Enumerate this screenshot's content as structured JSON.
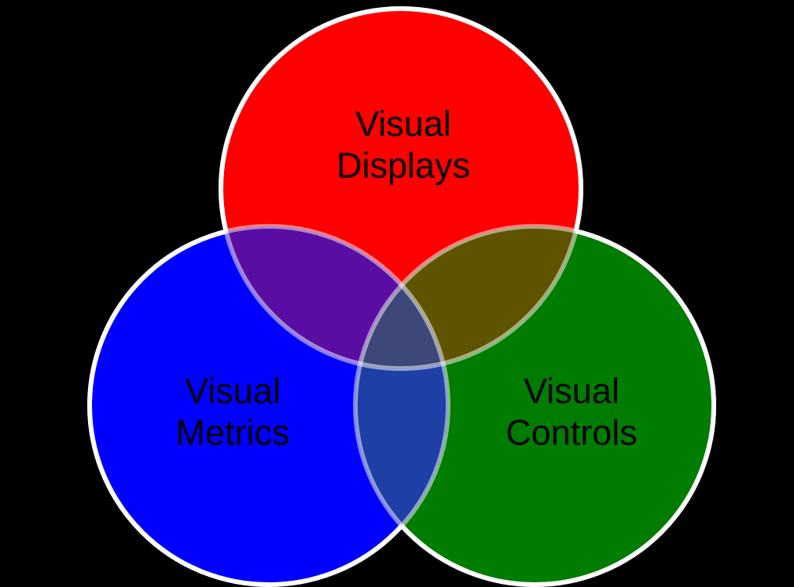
{
  "venn": {
    "labels": {
      "displays": {
        "line1": "Visual",
        "line2": "Displays"
      },
      "metrics": {
        "line1": "Visual",
        "line2": "Metrics"
      },
      "controls": {
        "line1": "Visual",
        "line2": "Controls"
      }
    },
    "colors": {
      "background": "#000000",
      "outline": "#ffffff",
      "label": "#000000",
      "displays": "#fe0000",
      "metrics": "#0000fe",
      "controls": "#007c00",
      "displays_metrics": "#5a0da2",
      "displays_controls": "#5e5400",
      "metrics_controls": "#1d3fa6",
      "center": "#3d4878"
    }
  }
}
